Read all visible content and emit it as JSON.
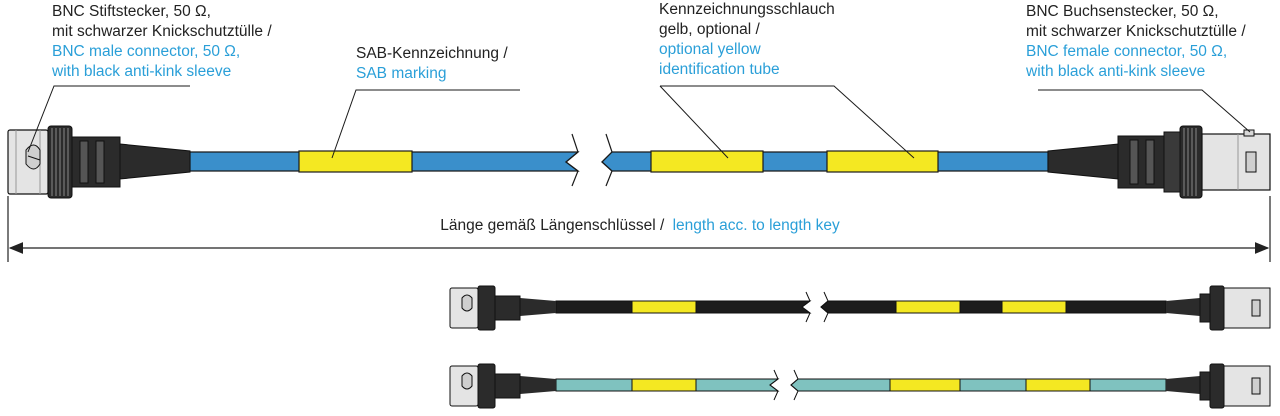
{
  "colors": {
    "text_de": "#222222",
    "text_en": "#2a9fd8",
    "cable_blue": "#3a8fcb",
    "cable_black": "#1c1c1c",
    "cable_teal": "#7fc2bf",
    "marker_yellow": "#f4e822",
    "connector_metal": "#e4e4e4",
    "connector_dark": "#2b2b2b"
  },
  "labels": {
    "male_connector": {
      "de_line1": "BNC Stiftstecker, 50 Ω,",
      "de_line2": "mit schwarzer Knickschutztülle /",
      "en_line1": "BNC male connector, 50 Ω,",
      "en_line2": "with black anti-kink sleeve"
    },
    "sab_marking": {
      "de": "SAB-Kennzeichnung /",
      "en": "SAB marking"
    },
    "identification_tube": {
      "de_line1": "Kennzeichnungsschlauch",
      "de_line2": "gelb, optional /",
      "en_line1": "optional yellow",
      "en_line2": "identification tube"
    },
    "female_connector": {
      "de_line1": "BNC Buchsenstecker, 50 Ω,",
      "de_line2": "mit schwarzer Knickschutztülle /",
      "en_line1": "BNC female connector, 50 Ω,",
      "en_line2": "with black anti-kink sleeve"
    },
    "length": {
      "de": "Länge gemäß Längenschlüssel /",
      "en": "length acc. to length key"
    }
  },
  "cable_variants": [
    {
      "color": "blue",
      "jacket": "#3a8fcb"
    },
    {
      "color": "black",
      "jacket": "#1c1c1c"
    },
    {
      "color": "teal",
      "jacket": "#7fc2bf"
    }
  ]
}
